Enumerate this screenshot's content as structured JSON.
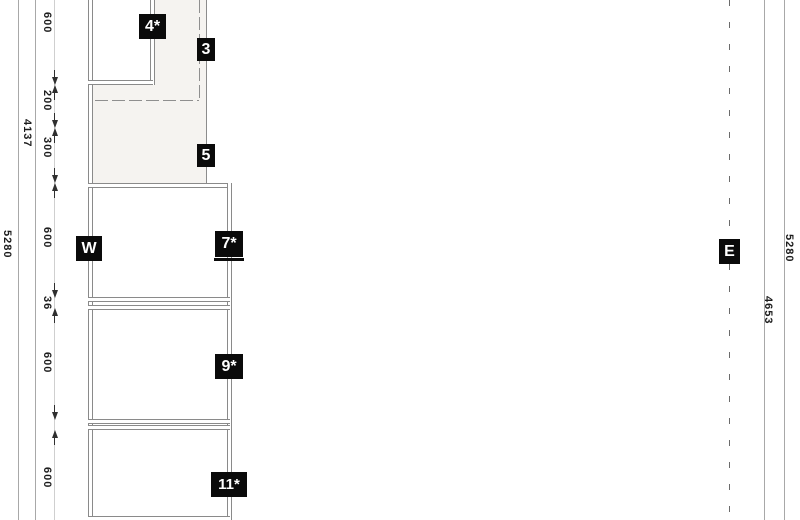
{
  "markers": {
    "west": "W",
    "east": "E"
  },
  "position_tags": {
    "p4": "4*",
    "p3": "3",
    "p5": "5",
    "p7": "7*",
    "p9": "9*",
    "p11": "11*"
  },
  "dimensions": {
    "left_outer_total": "5280",
    "left_inner_total": "4137",
    "left_segments": [
      "600",
      "200",
      "300",
      "600",
      "36",
      "600",
      "600"
    ],
    "right_inner_total": "4653",
    "right_outer_total": "5280"
  },
  "colors": {
    "fill_zone": "#f5f3f0",
    "wall_line": "#8a8a8a",
    "tag_background": "#0a0a0a",
    "tag_text": "#ffffff",
    "dimension_text": "#1c1c1c"
  }
}
